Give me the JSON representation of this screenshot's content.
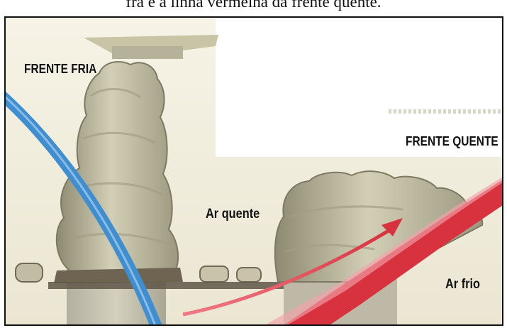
{
  "caption": "frá e a linha vermelha da frente quente.",
  "labels": {
    "cold_front": "FRENTE FRIA",
    "warm_front": "FRENTE QUENTE",
    "warm_air": "Ar quente",
    "cold_air": "Ar frio"
  },
  "colors": {
    "cold_front_line": "#3f8fd0",
    "warm_front_line": "#d8323e",
    "cloud": "#c9c4aa",
    "background": "#f2eee0"
  }
}
